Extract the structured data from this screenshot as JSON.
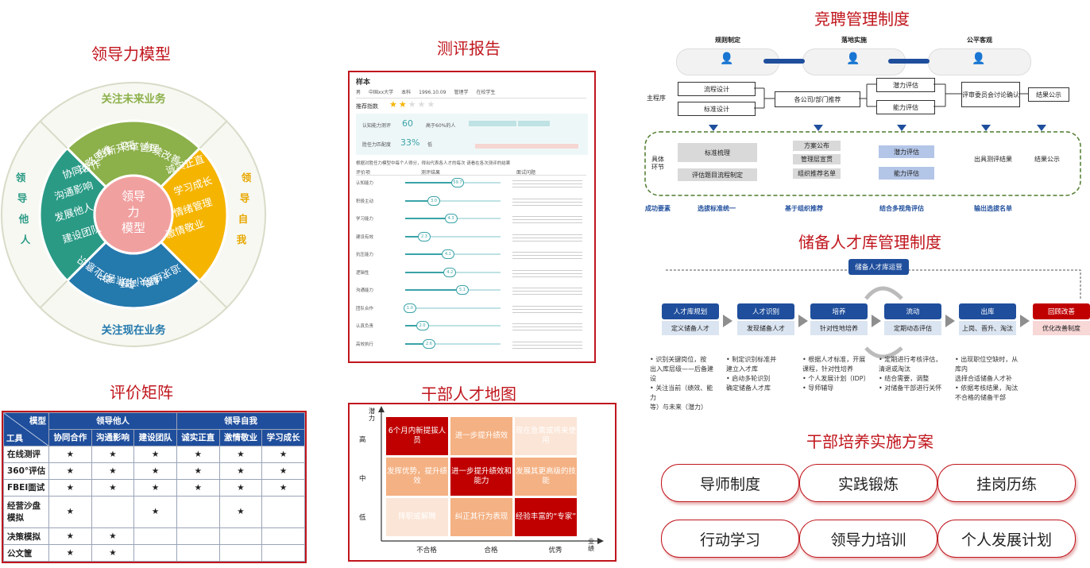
{
  "titles": {
    "leadership_model": "领导力模型",
    "assessment_report": "测评报告",
    "evaluation_matrix": "评价矩阵",
    "talent_map": "干部人才地图",
    "competition_system": "竞聘管理制度",
    "reserve_system": "储备人才库管理制度",
    "training_plan": "干部培养实施方案"
  },
  "wheel": {
    "center": [
      "领导",
      "力",
      "模型"
    ],
    "outer_top": "关注未来业务",
    "outer_bottom": "关注现在业务",
    "outer_left": [
      "领",
      "导",
      "他",
      "人"
    ],
    "outer_right": [
      "领",
      "导",
      "自",
      "我"
    ],
    "green_items": [
      "战略思维",
      "创新开拓",
      "变革管理",
      "持续改善"
    ],
    "yellow_items": [
      "诚实正直",
      "学习成长",
      "情绪管理",
      "激情敬业"
    ],
    "blue_items": [
      "商业意识",
      "聚焦客户",
      "解决问题",
      "追求结果"
    ],
    "teal_items": [
      "协同合作",
      "沟通影响",
      "发展他人",
      "建设团队"
    ],
    "colors": {
      "green": "#8cb04a",
      "yellow": "#f5b400",
      "blue": "#2479ad",
      "teal": "#2a9a85",
      "center": "#f1a0a0"
    }
  },
  "report": {
    "name": "样本",
    "info": [
      "男",
      "中国xx大学",
      "本科",
      "1996.10.09",
      "管理学",
      "在校学生"
    ],
    "rec_label": "推荐指数",
    "stars": 2,
    "stars_total": 5,
    "cog_label": "认知能力测评",
    "cog_value": "60",
    "cog_note": "高于60%的人",
    "pers_label": "胜任力匹配度",
    "pers_value": "33%",
    "pers_note": "低",
    "intro": "根据对胜任力模型中每个人得分，得出代表各人才的每次 请看在各次测评的结果",
    "col_headers": [
      "评价项",
      "测评结果",
      "面试问题"
    ],
    "rows": [
      {
        "name": "认知能力",
        "score": "59.7",
        "pos": 0.55
      },
      {
        "name": "积极主动",
        "score": "3.0",
        "pos": 0.3
      },
      {
        "name": "学习能力",
        "score": "4.3",
        "pos": 0.48
      },
      {
        "name": "建设有效",
        "score": "2.3",
        "pos": 0.2
      },
      {
        "name": "抗压能力",
        "score": "4.1",
        "pos": 0.45
      },
      {
        "name": "逻辑性",
        "score": "4.2",
        "pos": 0.47
      },
      {
        "name": "沟通能力",
        "score": "5.1",
        "pos": 0.6
      },
      {
        "name": "团队合作",
        "score": "1.0",
        "pos": 0.05
      },
      {
        "name": "认真负责",
        "score": "2.0",
        "pos": 0.18
      },
      {
        "name": "高效执行",
        "score": "2.6",
        "pos": 0.25
      }
    ]
  },
  "matrix": {
    "corner_top": "模型",
    "corner_bottom": "工具",
    "group_left": "领导他人",
    "group_right": "领导自我",
    "columns": [
      "协同合作",
      "沟通影响",
      "建设团队",
      "诚实正直",
      "激情敬业",
      "学习成长"
    ],
    "star": "★",
    "rows": [
      {
        "label": "在线测评",
        "marks": [
          1,
          1,
          1,
          1,
          1,
          1
        ]
      },
      {
        "label": "360°评估",
        "marks": [
          1,
          1,
          1,
          1,
          1,
          1
        ]
      },
      {
        "label": "FBEI面试",
        "marks": [
          1,
          1,
          1,
          1,
          1,
          1
        ]
      },
      {
        "label": "经营沙盘模拟",
        "marks": [
          1,
          0,
          1,
          0,
          1,
          0
        ]
      },
      {
        "label": "决策模拟",
        "marks": [
          1,
          1,
          0,
          0,
          0,
          0
        ]
      },
      {
        "label": "公文筐",
        "marks": [
          1,
          1,
          0,
          0,
          0,
          0
        ]
      }
    ]
  },
  "talent": {
    "y_axis": "潜力",
    "x_axis": "业绩",
    "y_ticks": [
      "高",
      "中",
      "低"
    ],
    "x_ticks": [
      "不合格",
      "合格",
      "优秀"
    ],
    "cells": [
      {
        "text": "6个月内新提拔人员",
        "color": "#c00000",
        "fg": "#ffffff"
      },
      {
        "text": "进一步提升绩效",
        "color": "#f4b183",
        "fg": "#ffffff"
      },
      {
        "text": "现在急需或将来使用",
        "color": "#fbe5d6",
        "fg": "#ffffff"
      },
      {
        "text": "发挥优势，提升绩效",
        "color": "#f4b183",
        "fg": "#ffffff"
      },
      {
        "text": "进一步提升绩效和能力",
        "color": "#c00000",
        "fg": "#ffffff"
      },
      {
        "text": "发展其更高级的技能",
        "color": "#f4b183",
        "fg": "#ffffff"
      },
      {
        "text": "降职或解聘",
        "color": "#fbe5d6",
        "fg": "#ffffff"
      },
      {
        "text": "纠正其行为表现",
        "color": "#f4b183",
        "fg": "#ffffff"
      },
      {
        "text": "经验丰富的“专家”",
        "color": "#c00000",
        "fg": "#ffffff"
      }
    ]
  },
  "competition": {
    "phases": [
      "规则制定",
      "落地实施",
      "公平客观"
    ],
    "main_label": "主程序",
    "detail_label": [
      "具体",
      "环节"
    ],
    "boxes": [
      "流程设计",
      "标准设计",
      "各公司/部门推荐",
      "潜力评估",
      "能力评估",
      "评审委员会讨论确认",
      "结果公示"
    ],
    "details": [
      "标准梳理",
      "评估题目流程制定",
      "方案公布",
      "管理层宣贯",
      "组织推荐名单",
      "潜力评估",
      "能力评估",
      "出具测评结果",
      "结果公示"
    ],
    "success_label": "成功要素",
    "success": [
      "选拔标准统一",
      "基于组织推荐",
      "结合多视角评估",
      "输出选拔名单"
    ]
  },
  "reserve": {
    "top_label": "储备人才库运营",
    "steps": [
      {
        "title": "人才库规划",
        "sub": "定义储备人才",
        "color": "#1f4e9c"
      },
      {
        "title": "人才识别",
        "sub": "发现储备人才",
        "color": "#1f4e9c"
      },
      {
        "title": "培养",
        "sub": "针对性地培养",
        "color": "#1f4e9c"
      },
      {
        "title": "流动",
        "sub": "定期动态评估",
        "color": "#1f4e9c"
      },
      {
        "title": "出库",
        "sub": "上岗、晋升、淘汰",
        "color": "#1f4e9c"
      },
      {
        "title": "回顾改善",
        "sub": "优化改善制度",
        "color": "#c00000"
      }
    ],
    "notes": [
      [
        "• 识别关键岗位，按",
        "出入库层级——后备建设",
        "• 关注当前（绩效、能力",
        "等）与未来（潜力）"
      ],
      [
        "• 制定识别标准并",
        "建立入才库",
        "• 启动多轮识别",
        "确定储备人才库"
      ],
      [
        "• 根据人才标准，开展",
        "课程，针对性培养",
        "• 个人发展计划（IDP）",
        "• 导师辅导"
      ],
      [
        "• 定期进行考核评估，",
        "清退或淘汰",
        "• 结合需要，调整",
        "• 对储备干部进行关怀"
      ],
      [
        "• 出现职位空缺时，从库内",
        "选择合适储备人才补",
        "• 依据考核结果，淘汰",
        "不合格的储备干部"
      ]
    ]
  },
  "training": [
    "导师制度",
    "实践锻炼",
    "挂岗历练",
    "行动学习",
    "领导力培训",
    "个人发展计划"
  ]
}
